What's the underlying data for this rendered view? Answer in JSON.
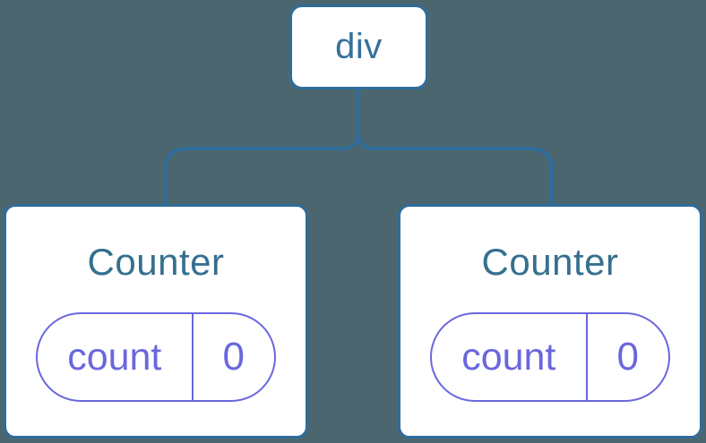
{
  "tree": {
    "root": {
      "label": "div"
    },
    "children": [
      {
        "title": "Counter",
        "state": {
          "key": "count",
          "value": "0"
        }
      },
      {
        "title": "Counter",
        "state": {
          "key": "count",
          "value": "0"
        }
      }
    ]
  },
  "colors": {
    "background": "#4c6670",
    "node_stroke_blue": "#2e6d9c",
    "node_text_blue": "#35719a",
    "title_text_blue": "#35708f",
    "state_purple": "#6a67dd",
    "card_fill": "#ffffff"
  }
}
